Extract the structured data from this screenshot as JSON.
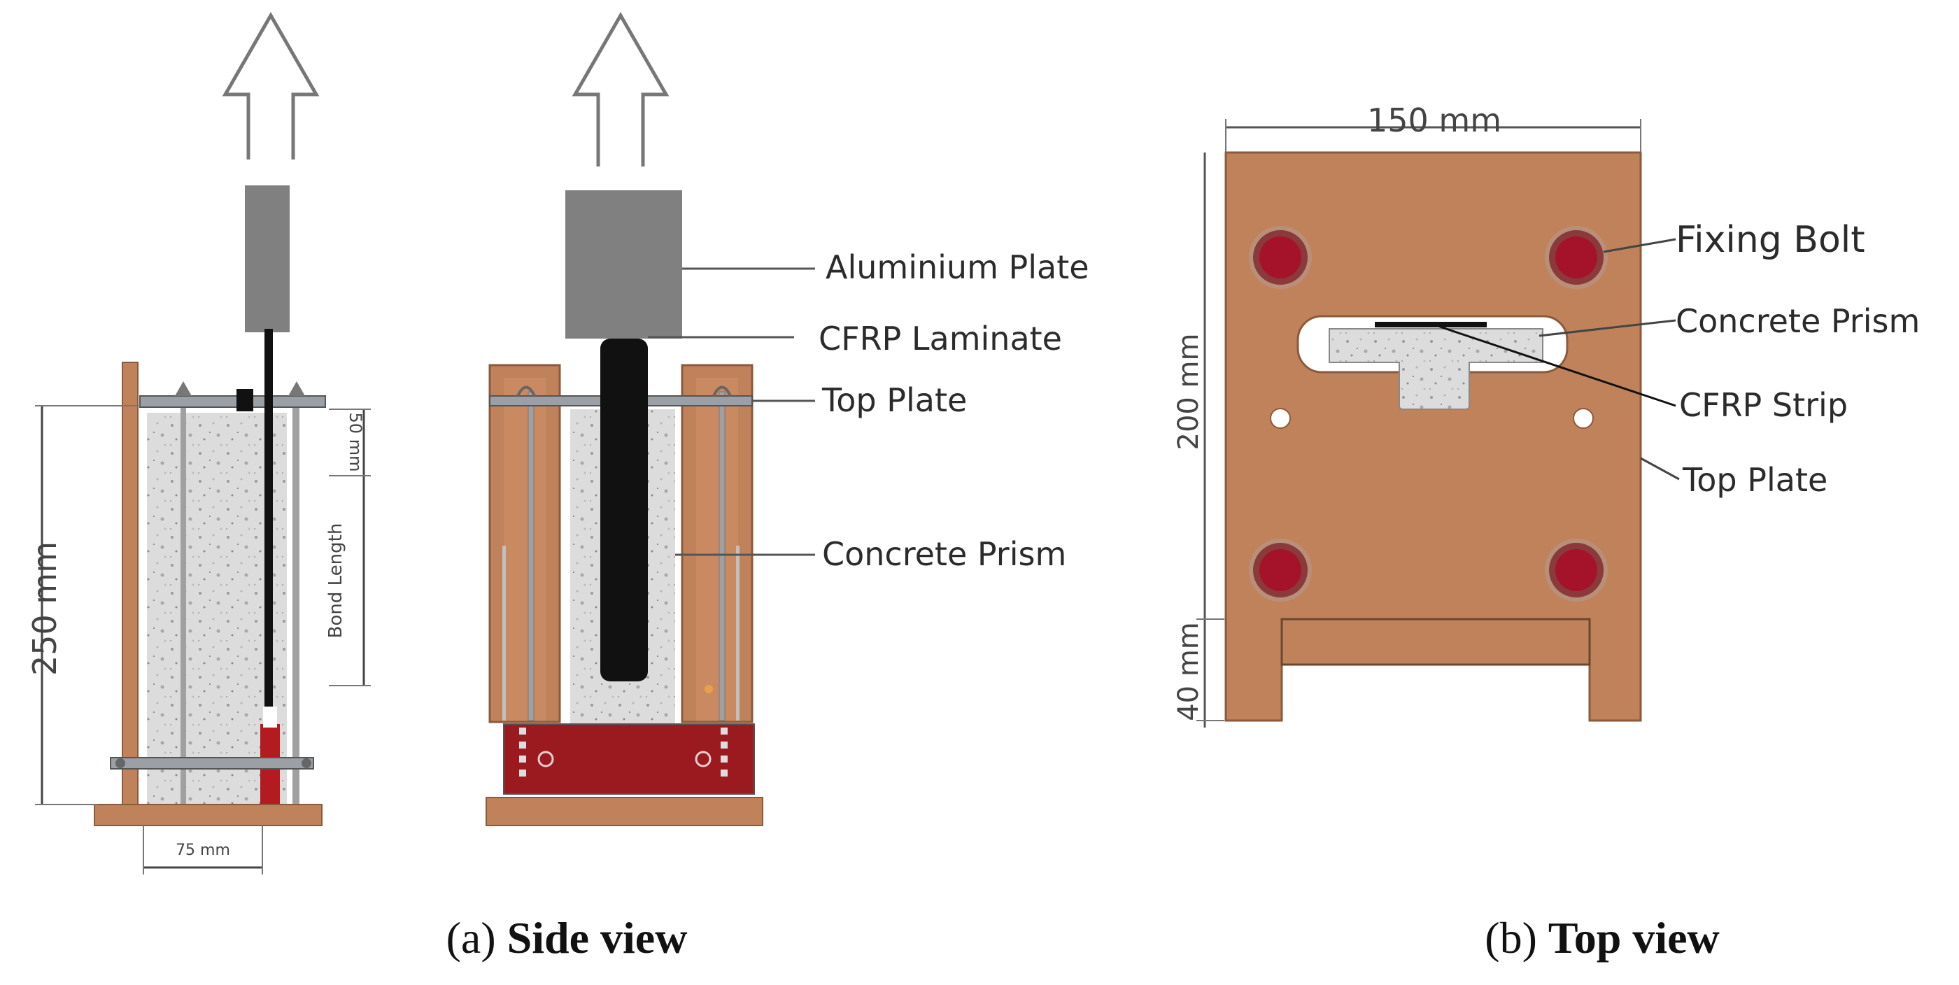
{
  "side_view": {
    "dim_height": "250 mm",
    "dim_top": "50 mm",
    "dim_bond": "Bond Length",
    "dim_width": "75 mm",
    "labels": {
      "aluminium": "Aluminium Plate",
      "cfrp": "CFRP Laminate",
      "top_plate": "Top Plate",
      "concrete": "Concrete Prism"
    },
    "caption_prefix": "(a) ",
    "caption_bold": "Side view"
  },
  "top_view": {
    "dim_width": "150 mm",
    "dim_height": "200 mm",
    "dim_bottom": "40 mm",
    "labels": {
      "fixing_bolt": "Fixing Bolt",
      "concrete": "Concrete Prism",
      "cfrp_strip": "CFRP Strip",
      "top_plate": "Top Plate"
    },
    "caption_prefix": "(b) ",
    "caption_bold": "Top view"
  },
  "colors": {
    "plate": "#c0825a",
    "plate_edge": "#8a5a3c",
    "bolt": "#a5132a",
    "concrete": "#d8d8d8",
    "cfrp": "#111111",
    "aluminium": "#808080",
    "red_block": "#9b1a1f"
  }
}
